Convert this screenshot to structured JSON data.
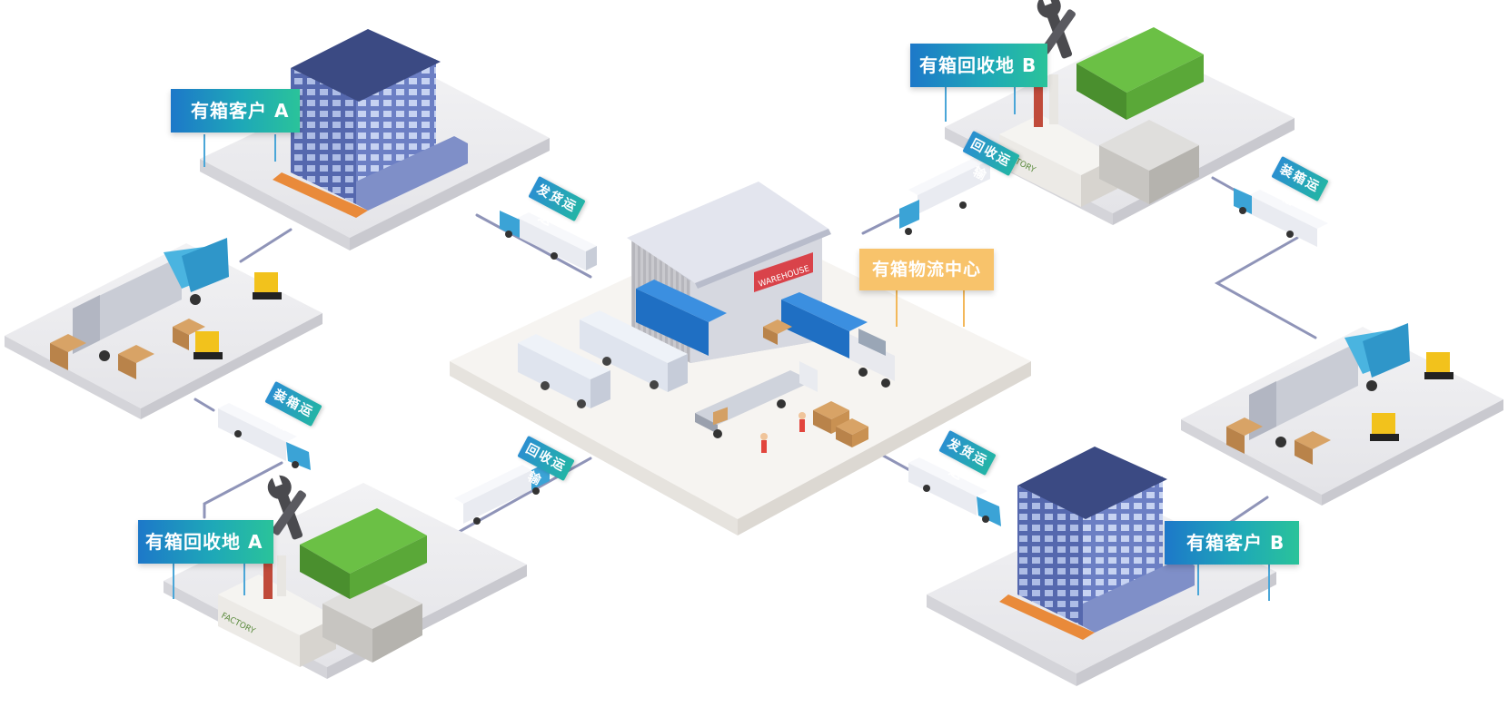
{
  "labels": {
    "customer_a": "有箱客户 A",
    "recycle_b": "有箱回收地 B",
    "center": "有箱物流中心",
    "recycle_a": "有箱回收地 A",
    "customer_b": "有箱客户 B"
  },
  "route_tags": {
    "ship_top": "发货运送",
    "recycle_top": "回收运输",
    "load_right": "装箱运输",
    "load_left": "装箱运输",
    "recycle_left": "回收运输",
    "ship_bottom": "发货运送"
  },
  "warehouse_sign": "WAREHOUSE",
  "factory_sign": "FACTORY",
  "colors": {
    "tag_start": "#1d78c9",
    "tag_end": "#2ac39a",
    "center_tag": "#f8c36b",
    "platform": "#ebebed",
    "center_platform": "#f3f1ee"
  }
}
